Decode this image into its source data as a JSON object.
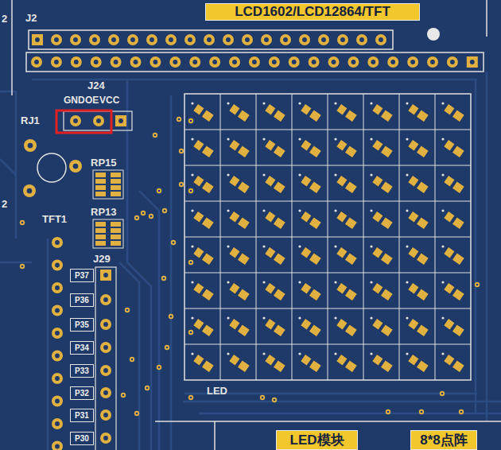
{
  "diagram": {
    "nodes": [
      {
        "text": [
          "LCD1602/LCD12864/TFT"
        ]
      },
      {
        "text": [
          "P37"
        ]
      },
      {
        "text": [
          "P36"
        ]
      },
      {
        "text": [
          "P35"
        ]
      },
      {
        "text": [
          "P34"
        ]
      },
      {
        "text": [
          "P33"
        ]
      },
      {
        "text": [
          "P32"
        ]
      },
      {
        "text": [
          "P31"
        ]
      },
      {
        "text": [
          "P30"
        ]
      },
      {
        "text": [
          "LED模块"
        ]
      },
      {
        "text": [
          "8*8点阵"
        ]
      }
    ],
    "labels": [
      "2",
      "J2",
      "J24",
      "GND",
      "OE",
      "VCC",
      "RJ1",
      "RP15",
      "RP13",
      "TFT1",
      "2",
      "J29",
      "LED"
    ]
  }
}
